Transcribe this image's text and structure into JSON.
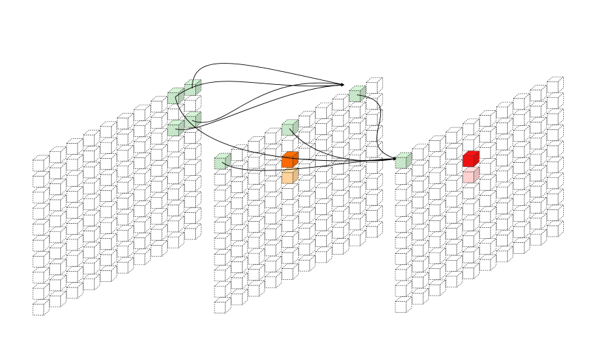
{
  "diagram": {
    "grids": [
      {
        "id": "left",
        "cols": 10,
        "rows": 10
      },
      {
        "id": "middle",
        "cols": 10,
        "rows": 10
      },
      {
        "id": "right",
        "cols": 10,
        "rows": 10
      }
    ],
    "highlights": [
      {
        "grid": "left",
        "col": 9,
        "row": 0,
        "role": "green"
      },
      {
        "grid": "left",
        "col": 8,
        "row": 0,
        "role": "green"
      },
      {
        "grid": "left",
        "col": 9,
        "row": 2,
        "role": "green"
      },
      {
        "grid": "left",
        "col": 8,
        "row": 2,
        "role": "green"
      },
      {
        "grid": "middle",
        "col": 0,
        "row": 0,
        "role": "green"
      },
      {
        "grid": "middle",
        "col": 4,
        "row": 0,
        "role": "green"
      },
      {
        "grid": "middle",
        "col": 8,
        "row": 0,
        "role": "green"
      },
      {
        "grid": "middle",
        "col": 4,
        "row": 2,
        "role": "orange"
      },
      {
        "grid": "middle",
        "col": 4,
        "row": 3,
        "role": "light-orange"
      },
      {
        "grid": "right",
        "col": 0,
        "row": 0,
        "role": "green"
      },
      {
        "grid": "right",
        "col": 4,
        "row": 2,
        "role": "red"
      },
      {
        "grid": "right",
        "col": 4,
        "row": 3,
        "role": "light-red"
      }
    ],
    "colors": {
      "cube_face": "#ffffff",
      "cube_edge": "#333333",
      "green": "#c8e6c9",
      "orange": "#ff6a00",
      "light-orange": "#ffd29a",
      "red": "#ee1111",
      "light-red": "#ffd0d0",
      "arrow": "#000000"
    },
    "arrows": [
      {
        "from": "left-g1",
        "to": "hub-top"
      },
      {
        "from": "left-g2",
        "to": "hub-top"
      },
      {
        "from": "left-g3",
        "to": "hub-top"
      },
      {
        "from": "left-g4",
        "to": "hub-top"
      },
      {
        "from": "left-g2",
        "to": "hub-right"
      },
      {
        "from": "middle-g1",
        "to": "hub-right"
      },
      {
        "from": "middle-g2",
        "to": "hub-right"
      },
      {
        "from": "middle-g3",
        "to": "hub-right"
      }
    ]
  }
}
